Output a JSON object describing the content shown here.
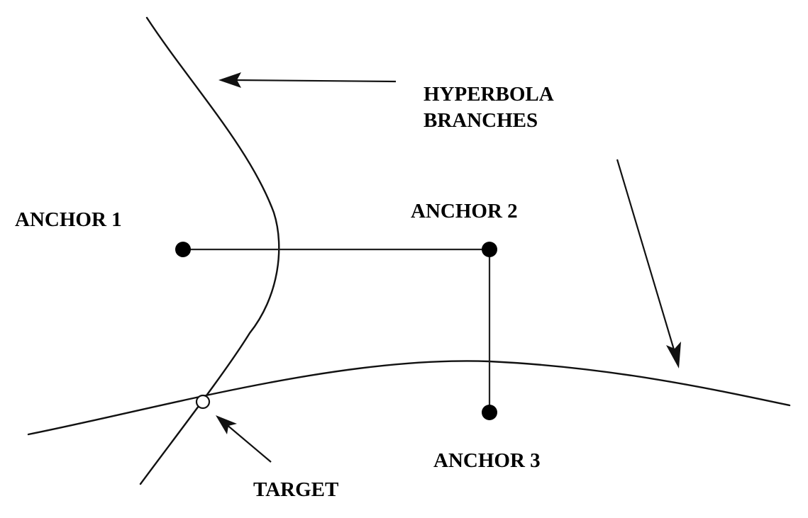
{
  "labels": {
    "hyperbola_line1": "HYPERBOLA",
    "hyperbola_line2": "BRANCHES",
    "anchor1": "ANCHOR 1",
    "anchor2": "ANCHOR 2",
    "anchor3": "ANCHOR 3",
    "target": "TARGET"
  },
  "colors": {
    "ink": "#000000",
    "background": "#ffffff",
    "target_fill": "#ffffff"
  }
}
